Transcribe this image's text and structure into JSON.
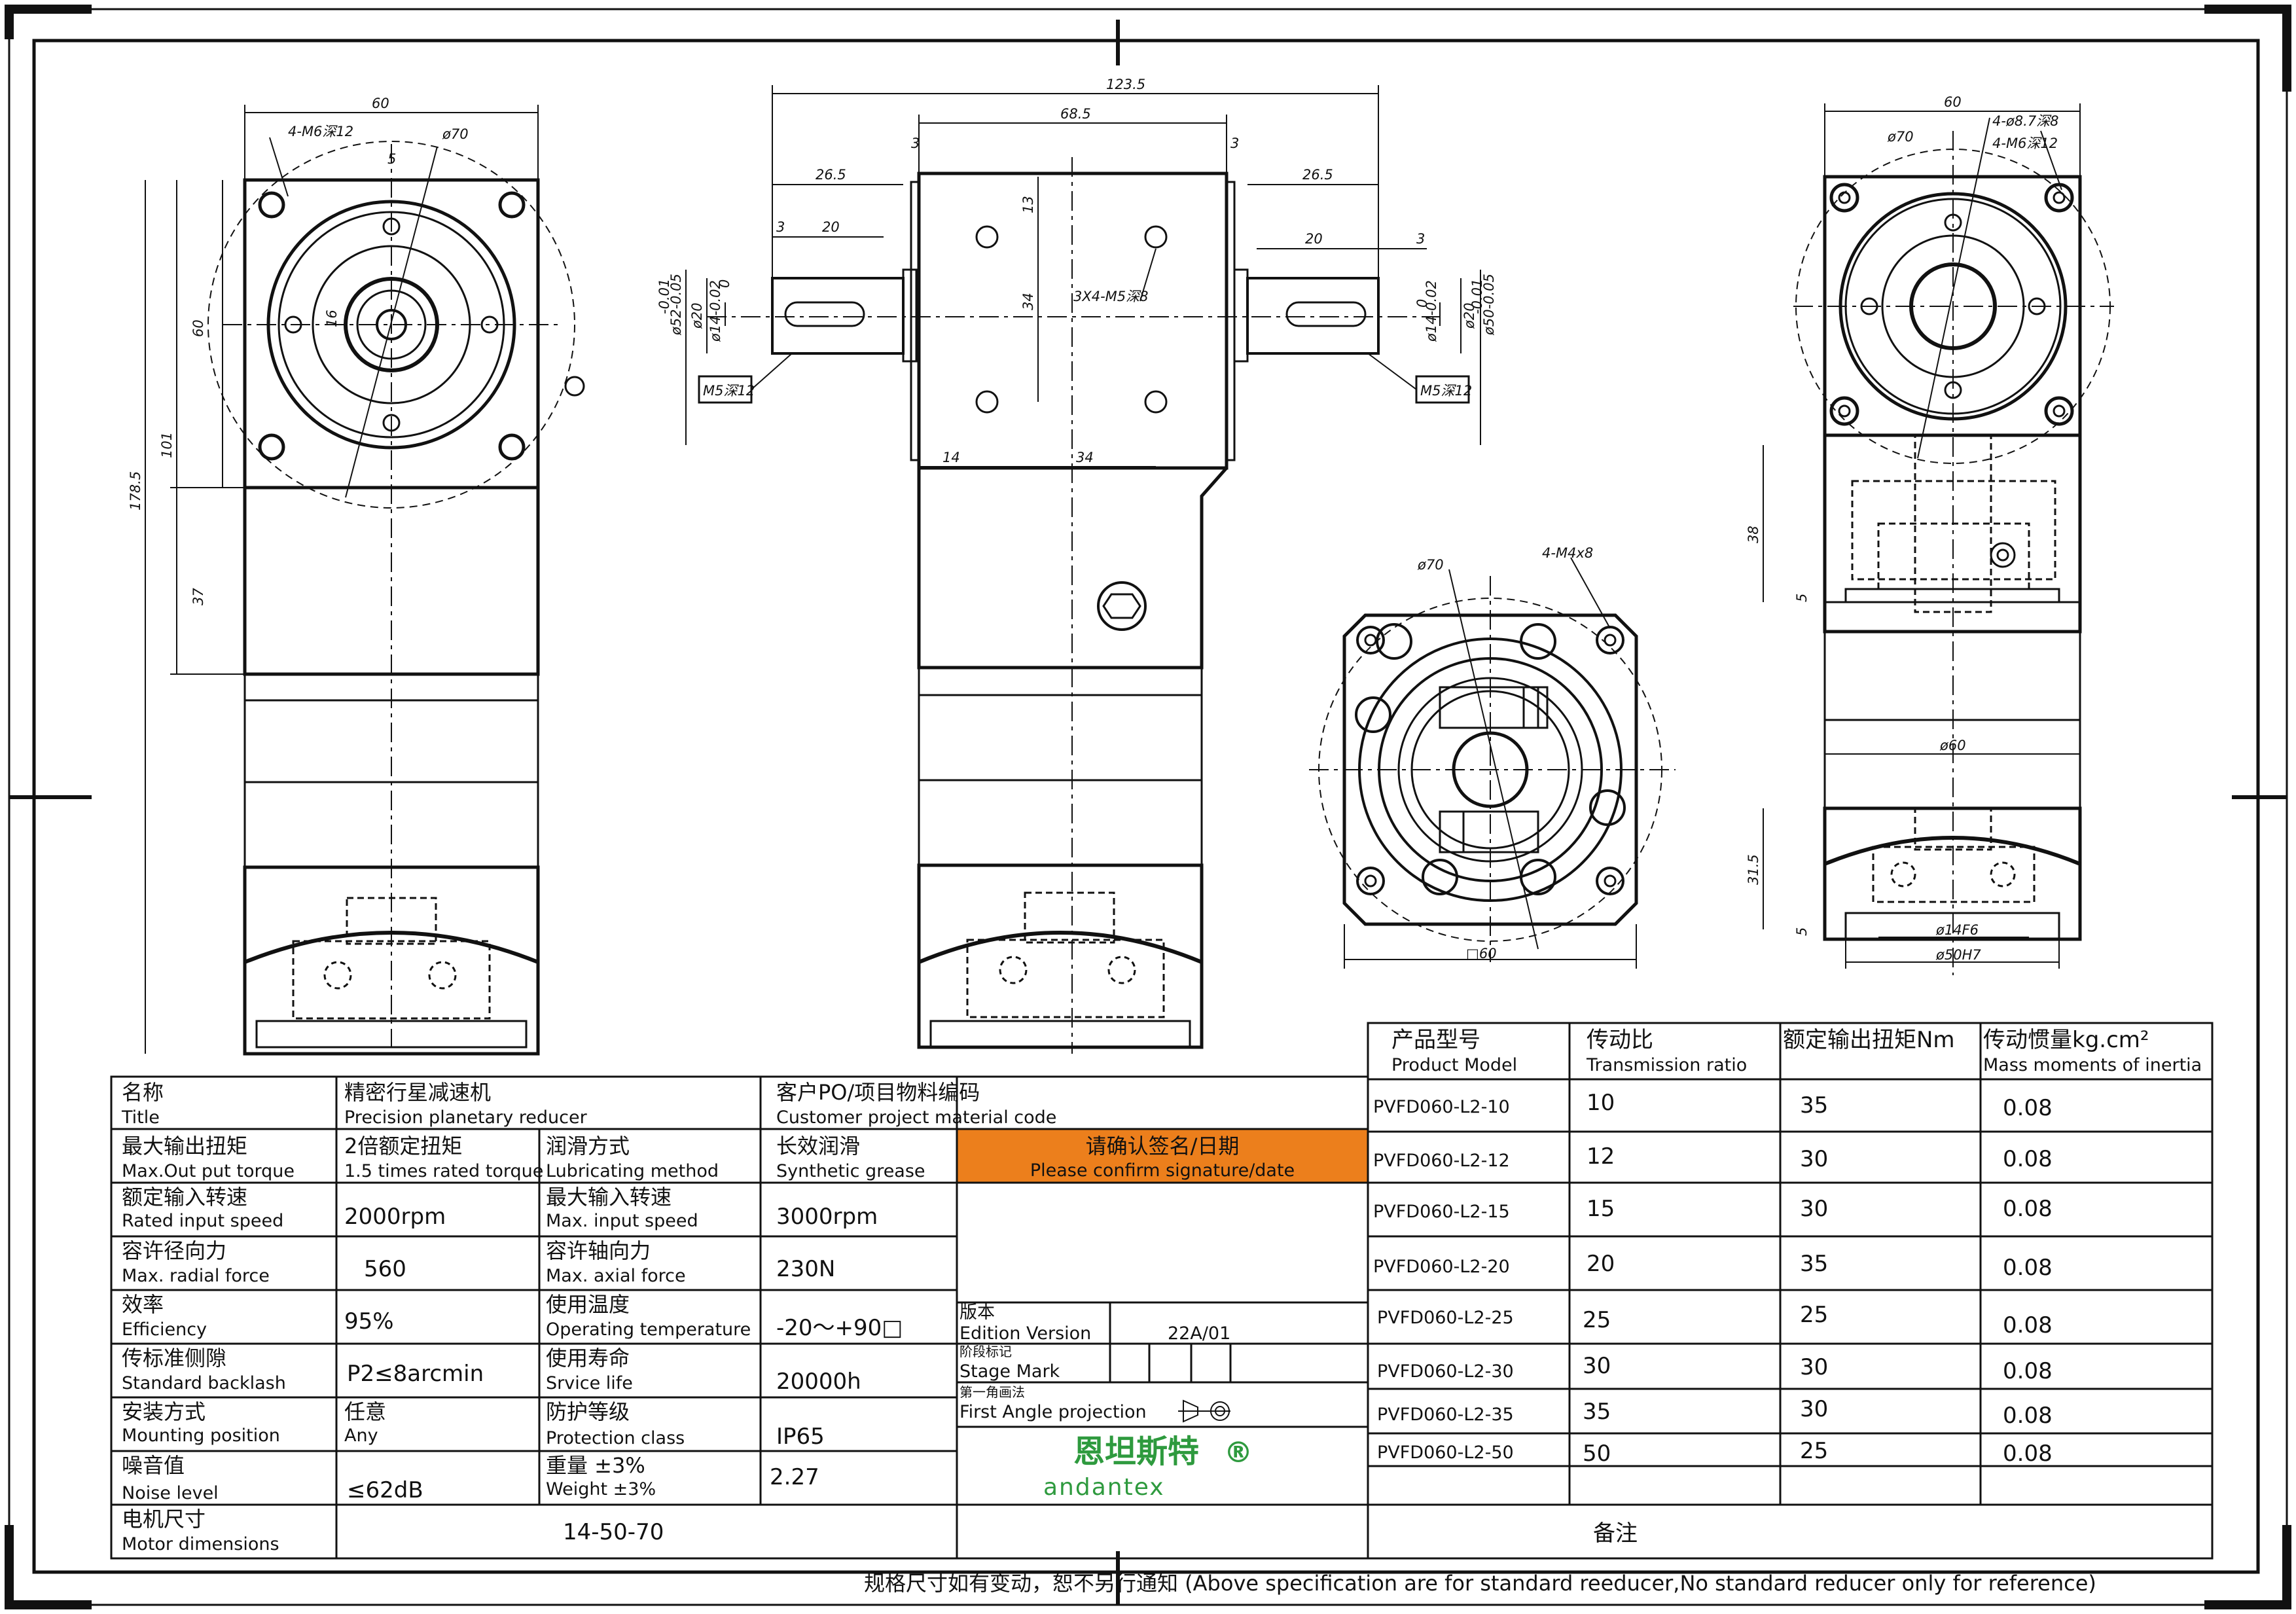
{
  "views": {
    "left": {
      "dims": {
        "width": "60",
        "bolt": "4-M6深12",
        "pcd": "ø70",
        "key": "5",
        "shaft": "16",
        "height_flange": "60",
        "height_mid": "101",
        "height_total": "178.5",
        "height_low": "37"
      }
    },
    "middle": {
      "dims": {
        "overall": "123.5",
        "body": "68.5",
        "gap_l": "3",
        "gap_r": "3",
        "shaft_l": "26.5",
        "shaft_r": "26.5",
        "key_l1": "3",
        "key_l2": "20",
        "key_r1": "20",
        "key_r2": "3",
        "holes": "3X4-M5深8",
        "v13": "13",
        "v34": "34",
        "h14": "14",
        "h34": "34",
        "dia52": "ø52-0.05",
        "dia52_tol": "-0.01",
        "dia20": "ø20",
        "dia14": "ø14-0.02",
        "dia14_tol": "0",
        "dia50": "ø50-0.05",
        "dia50_tol": "-0.01",
        "dia14r": "ø14-0.02",
        "dia14r_tol": "0",
        "dia20r": "ø20",
        "m5_l": "M5深12",
        "m5_r": "M5深12"
      }
    },
    "right": {
      "dims": {
        "width": "60",
        "d87": "4-ø8.7深8",
        "m6": "4-M6深12",
        "pcd": "ø70",
        "h38": "38",
        "h5": "5",
        "d60": "ø60",
        "h315": "31.5",
        "h5b": "5",
        "d14": "ø14F6",
        "d50": "ø50H7"
      }
    },
    "bottom": {
      "dims": {
        "pcd": "ø70",
        "m4": "4-M4x8",
        "sq": "□60"
      }
    }
  },
  "spec_table": {
    "rows": [
      {
        "c1_cn": "名称",
        "c1_en": "Title",
        "c2": "精密行星减速机",
        "c2_en": "Precision planetary reducer",
        "c3_cn": "客户PO/项目物料编码",
        "c3_en": "Customer project material code",
        "c4": ""
      },
      {
        "c1_cn": "最大输出扭矩",
        "c1_en": "Max.Out put torque",
        "c2": "2倍额定扭矩",
        "c2_en": "1.5 times rated torque",
        "c3_cn": "润滑方式",
        "c3_en": "Lubricating method",
        "c4": "长效润滑",
        "c4_en": "Synthetic grease"
      },
      {
        "c1_cn": "额定输入转速",
        "c1_en": "Rated input speed",
        "c2": "2000rpm",
        "c3_cn": "最大输入转速",
        "c3_en": "Max. input speed",
        "c4": "3000rpm"
      },
      {
        "c1_cn": "容许径向力",
        "c1_en": "Max. radial force",
        "c2": "560",
        "c3_cn": "容许轴向力",
        "c3_en": "Max. axial force",
        "c4": "230N"
      },
      {
        "c1_cn": "效率",
        "c1_en": "Efficiency",
        "c2": "95%",
        "c3_cn": "使用温度",
        "c3_en": "Operating temperature",
        "c4": "-20〜+90□"
      },
      {
        "c1_cn": "传标准侧隙",
        "c1_en": "Standard backlash",
        "c2": "P2≤8arcmin",
        "c3_cn": "使用寿命",
        "c3_en": "Srvice life",
        "c4": "20000h"
      },
      {
        "c1_cn": "安装方式",
        "c1_en": "Mounting position",
        "c2": "任意",
        "c2_en": "Any",
        "c3_cn": "防护等级",
        "c3_en": "Protection class",
        "c4": "IP65"
      },
      {
        "c1_cn": "噪音值",
        "c1_en": "Noise level",
        "c2": "≤62dB",
        "c3_cn": "重量 ±3%",
        "c3_en": "Weight ±3%",
        "c4": "2.27"
      },
      {
        "c1_cn": "电机尺寸",
        "c1_en": "Motor dimensions",
        "c2": "14-50-70"
      }
    ],
    "confirm_cn": "请确认签名/日期",
    "confirm_en": "Please confirm signature/date",
    "edition_cn": "版本",
    "edition_en": "Edition Version",
    "edition_val": "22A/01",
    "stage_cn": "阶段标记",
    "stage_en": "Stage Mark",
    "proj_cn": "第一角画法",
    "proj_en": "First Angle projection",
    "brand_cn": "恩坦斯特",
    "brand_en": "andantex",
    "brand_mark": "®",
    "confirm_color": "#ec7f1c",
    "brand_color": "#2e9a3e"
  },
  "model_table": {
    "headers": [
      {
        "cn": "产品型号",
        "en": "Product Model"
      },
      {
        "cn": "传动比",
        "en": "Transmission ratio"
      },
      {
        "cn": "额定输出扭矩Nm",
        "en": ""
      },
      {
        "cn": "传动惯量kg.cm²",
        "en": "Mass moments of inertia"
      }
    ],
    "rows": [
      {
        "model": "PVFD060-L2-10",
        "ratio": "10",
        "torque": "35",
        "inertia": "0.08"
      },
      {
        "model": "PVFD060-L2-12",
        "ratio": "12",
        "torque": "30",
        "inertia": "0.08"
      },
      {
        "model": "PVFD060-L2-15",
        "ratio": "15",
        "torque": "30",
        "inertia": "0.08"
      },
      {
        "model": "PVFD060-L2-20",
        "ratio": "20",
        "torque": "35",
        "inertia": "0.08"
      },
      {
        "model": "PVFD060-L2-25",
        "ratio": "25",
        "torque": "25",
        "inertia": "0.08"
      },
      {
        "model": "PVFD060-L2-30",
        "ratio": "30",
        "torque": "30",
        "inertia": "0.08"
      },
      {
        "model": "PVFD060-L2-35",
        "ratio": "35",
        "torque": "30",
        "inertia": "0.08"
      },
      {
        "model": "PVFD060-L2-50",
        "ratio": "50",
        "torque": "25",
        "inertia": "0.08"
      }
    ],
    "remark": "备注"
  },
  "footer": "规格尺寸如有变动，恕不另行通知  (Above specification are for standard reeducer,No standard reducer only for reference)"
}
